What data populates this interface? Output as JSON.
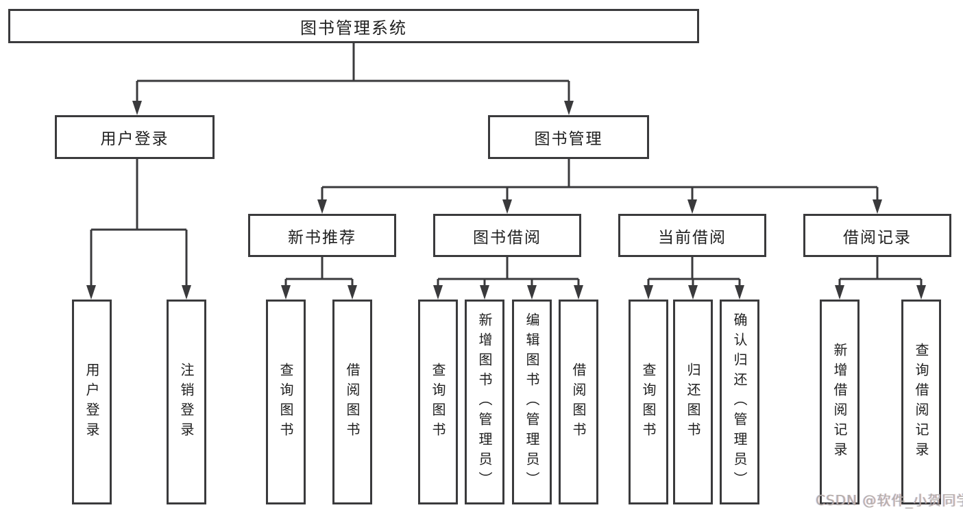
{
  "tree": {
    "root": {
      "label": "图书管理系统",
      "children": [
        {
          "label": "用户登录",
          "children": [
            {
              "label": "用户登录"
            },
            {
              "label": "注销登录"
            }
          ]
        },
        {
          "label": "图书管理",
          "children": [
            {
              "label": "新书推荐",
              "children": [
                {
                  "label": "查询图书"
                },
                {
                  "label": "借阅图书"
                }
              ]
            },
            {
              "label": "图书借阅",
              "children": [
                {
                  "label": "查询图书"
                },
                {
                  "label": "新增图书（管理员）"
                },
                {
                  "label": "编辑图书（管理员）"
                },
                {
                  "label": "借阅图书"
                }
              ]
            },
            {
              "label": "当前借阅",
              "children": [
                {
                  "label": "查询图书"
                },
                {
                  "label": "归还图书"
                },
                {
                  "label": "确认归还（管理员）"
                }
              ]
            },
            {
              "label": "借阅记录",
              "children": [
                {
                  "label": "新增借阅记录"
                },
                {
                  "label": "查询借阅记录"
                }
              ]
            }
          ]
        }
      ]
    }
  },
  "watermark": {
    "text": "CSDN @软件_小贺同学"
  },
  "colors": {
    "line": "#3a3a3c",
    "box_border": "#3a3a3c",
    "text": "#1f1f1f",
    "watermark": "#b3aeab",
    "background": "#ffffff"
  }
}
